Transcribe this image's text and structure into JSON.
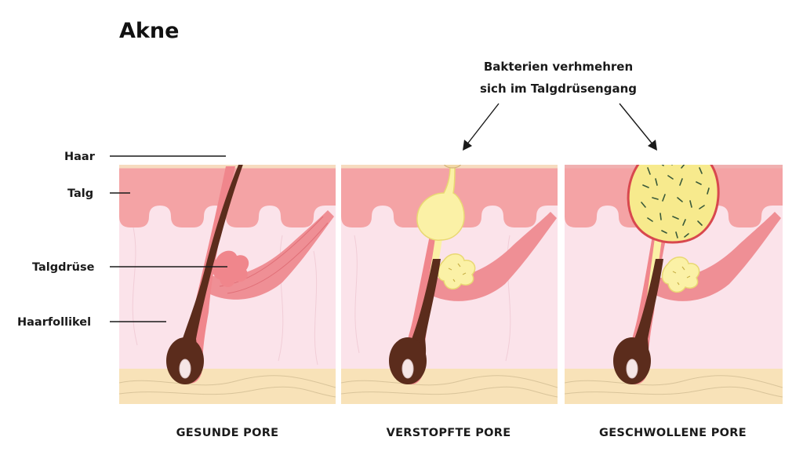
{
  "title": "Akne",
  "labels": {
    "hair": "Haar",
    "sebum": "Talg",
    "gland": "Talgdrüse",
    "follicle": "Haarfollikel"
  },
  "annotation": {
    "line1": "Bakterien verhmehren",
    "line2": "sich im Talgdrüsengang"
  },
  "panels": [
    {
      "caption": "GESUNDE PORE"
    },
    {
      "caption": "VERSTOPFTE PORE"
    },
    {
      "caption": "GESCHWOLLENE PORE"
    }
  ],
  "colors": {
    "epidermis": "#f4a3a5",
    "epidermis_edge": "#e98a8e",
    "skin_top": "#f6dcc0",
    "dermis": "#fbe3ea",
    "fat": "#f8e2b8",
    "follicle": "#f0868c",
    "hair": "#5b2c1c",
    "sebum": "#fbf1a6",
    "sebum_edge": "#e9d873",
    "bacteria": "#3a5a3a",
    "inflamed": "#d8484e"
  }
}
